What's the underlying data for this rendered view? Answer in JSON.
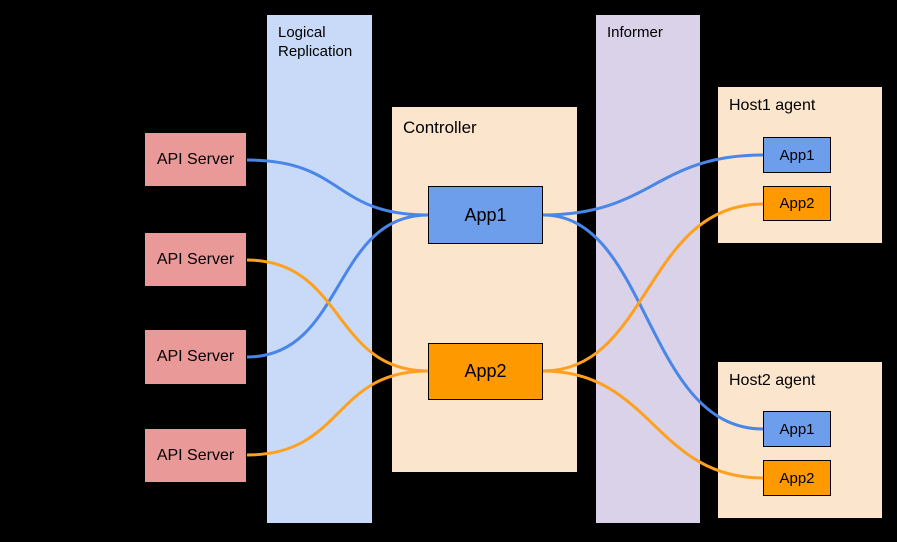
{
  "lanes": {
    "logical_replication": {
      "label": "Logical Replication",
      "fill": "#c9daf8"
    },
    "informer": {
      "label": "Informer",
      "fill": "#d9d2e9"
    }
  },
  "api_servers": [
    {
      "label": "API Server"
    },
    {
      "label": "API Server"
    },
    {
      "label": "API Server"
    },
    {
      "label": "API Server"
    }
  ],
  "controller": {
    "label": "Controller",
    "fill": "#fce5cd",
    "apps": [
      {
        "label": "App1",
        "fill": "#6d9eeb"
      },
      {
        "label": "App2",
        "fill": "#ff9900"
      }
    ]
  },
  "hosts": [
    {
      "label": "Host1 agent",
      "fill": "#fce5cd",
      "apps": [
        {
          "label": "App1",
          "fill": "#6d9eeb"
        },
        {
          "label": "App2",
          "fill": "#ff9900"
        }
      ]
    },
    {
      "label": "Host2 agent",
      "fill": "#fce5cd",
      "apps": [
        {
          "label": "App1",
          "fill": "#6d9eeb"
        },
        {
          "label": "App2",
          "fill": "#ff9900"
        }
      ]
    }
  ],
  "colors": {
    "background": "#000000",
    "box_border": "#000000",
    "api_server_fill": "#ea9999",
    "app1_flow": "#4a86e8",
    "app2_flow": "#ffa01e"
  },
  "connections": [
    {
      "from": "api-server-1",
      "to": "controller-app1",
      "flow": "app1"
    },
    {
      "from": "api-server-3",
      "to": "controller-app1",
      "flow": "app1"
    },
    {
      "from": "api-server-2",
      "to": "controller-app2",
      "flow": "app2"
    },
    {
      "from": "api-server-4",
      "to": "controller-app2",
      "flow": "app2"
    },
    {
      "from": "controller-app1",
      "to": "host1-app1",
      "flow": "app1"
    },
    {
      "from": "controller-app1",
      "to": "host2-app1",
      "flow": "app1"
    },
    {
      "from": "controller-app2",
      "to": "host1-app2",
      "flow": "app2"
    },
    {
      "from": "controller-app2",
      "to": "host2-app2",
      "flow": "app2"
    }
  ]
}
